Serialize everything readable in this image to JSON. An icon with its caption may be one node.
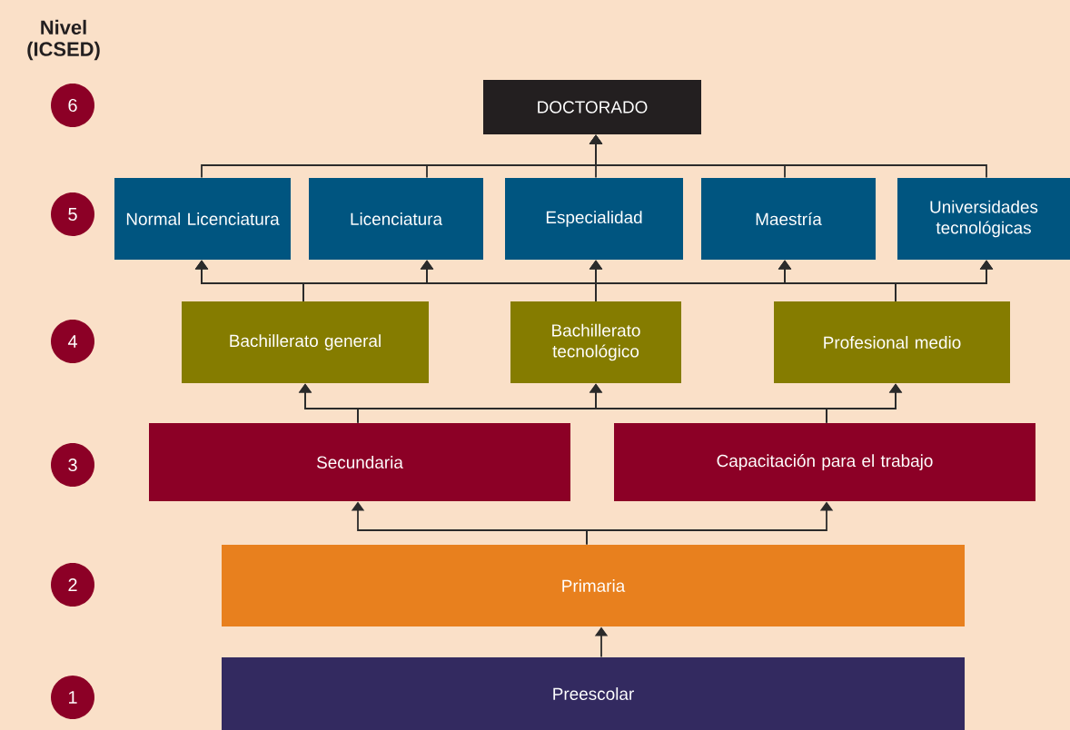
{
  "diagram": {
    "nodes": [
      {
        "text": [
          "DOCTORADO"
        ]
      },
      {
        "text": [
          "Normal Licenciatura"
        ]
      },
      {
        "text": [
          "Licenciatura"
        ]
      },
      {
        "text": [
          "Especialidad"
        ]
      },
      {
        "text": [
          "Maestría"
        ]
      },
      {
        "text": [
          "Universidades tecnológicas"
        ]
      },
      {
        "text": [
          "Bachillerato general"
        ]
      },
      {
        "text": [
          "Bachillerato tecnológico"
        ]
      },
      {
        "text": [
          "Profesional medio"
        ]
      },
      {
        "text": [
          "Secundaria"
        ]
      },
      {
        "text": [
          "Capacitación para el trabajo"
        ]
      },
      {
        "text": [
          "Primaria"
        ]
      },
      {
        "text": [
          "Preescolar"
        ]
      },
      {
        "text": [
          "6"
        ]
      },
      {
        "text": [
          "5"
        ]
      },
      {
        "text": [
          "4"
        ]
      },
      {
        "text": [
          "3"
        ]
      },
      {
        "text": [
          "2"
        ]
      },
      {
        "text": [
          "1"
        ]
      }
    ],
    "edges": [
      {
        "from": 1,
        "to": 0,
        "arrow": "to"
      },
      {
        "from": 2,
        "to": 0,
        "arrow": "to"
      },
      {
        "from": 3,
        "to": 0,
        "arrow": "to"
      },
      {
        "from": 4,
        "to": 0,
        "arrow": "to"
      },
      {
        "from": 5,
        "to": 0,
        "arrow": "to"
      },
      {
        "from": 6,
        "to": 1,
        "arrow": "to"
      },
      {
        "from": 6,
        "to": 2,
        "arrow": "to"
      },
      {
        "from": 6,
        "to": 3,
        "arrow": "to"
      },
      {
        "from": 6,
        "to": 4,
        "arrow": "to"
      },
      {
        "from": 6,
        "to": 5,
        "arrow": "to"
      },
      {
        "from": 7,
        "to": 1,
        "arrow": "to"
      },
      {
        "from": 7,
        "to": 2,
        "arrow": "to"
      },
      {
        "from": 7,
        "to": 3,
        "arrow": "to"
      },
      {
        "from": 7,
        "to": 4,
        "arrow": "to"
      },
      {
        "from": 7,
        "to": 5,
        "arrow": "to"
      },
      {
        "from": 8,
        "to": 1,
        "arrow": "to"
      },
      {
        "from": 8,
        "to": 2,
        "arrow": "to"
      },
      {
        "from": 8,
        "to": 3,
        "arrow": "to"
      },
      {
        "from": 8,
        "to": 4,
        "arrow": "to"
      },
      {
        "from": 8,
        "to": 5,
        "arrow": "to"
      },
      {
        "from": 9,
        "to": 6,
        "arrow": "to"
      },
      {
        "from": 9,
        "to": 7,
        "arrow": "to"
      },
      {
        "from": 9,
        "to": 8,
        "arrow": "to"
      },
      {
        "from": 10,
        "to": 6,
        "arrow": "to"
      },
      {
        "from": 10,
        "to": 7,
        "arrow": "to"
      },
      {
        "from": 10,
        "to": 8,
        "arrow": "to"
      },
      {
        "from": 11,
        "to": 9,
        "arrow": "to"
      },
      {
        "from": 11,
        "to": 10,
        "arrow": "to"
      },
      {
        "from": 12,
        "to": 11,
        "arrow": "to"
      }
    ],
    "labels": [
      "Nivel (ICSED)"
    ]
  }
}
